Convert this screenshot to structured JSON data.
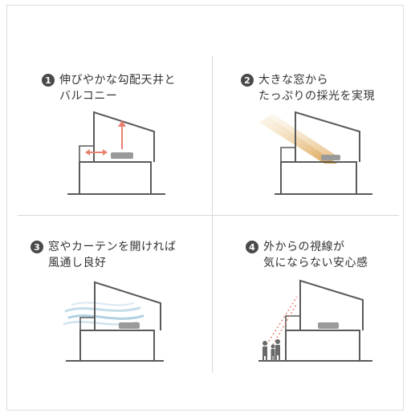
{
  "panels": [
    {
      "number": "1",
      "title_lines": [
        "伸びやかな勾配天井と",
        "バルコニー"
      ]
    },
    {
      "number": "2",
      "title_lines": [
        "大きな窓から",
        "たっぷりの採光を実現"
      ]
    },
    {
      "number": "3",
      "title_lines": [
        "窓やカーテンを開ければ",
        "風通し良好"
      ]
    },
    {
      "number": "4",
      "title_lines": [
        "外からの視線が",
        "気にならない安心感"
      ]
    }
  ],
  "colors": {
    "line": "#5a5a5a",
    "accent": "#e8806e",
    "sun": "#e8b36a",
    "wind": "#9fc6dc",
    "badge": "#4a4a4a"
  }
}
